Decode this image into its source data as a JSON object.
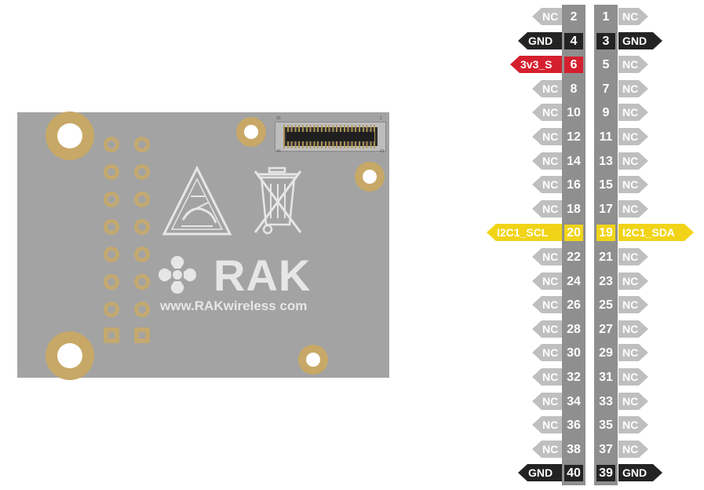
{
  "board": {
    "logo_text": "RAK",
    "website": "www.RAKwireless com",
    "connector_labels": {
      "top_left": "20",
      "top_right": "1",
      "bottom_left": "40",
      "bottom_right": "21"
    }
  },
  "colors": {
    "NC": "#bfbfbf",
    "GND": "#232323",
    "3v3_S": "#d51f2e",
    "I2C1_SCL": "#f1d418",
    "I2C1_SDA": "#f1d418"
  },
  "pins": [
    {
      "left_pin": "2",
      "left_label": "NC",
      "right_pin": "1",
      "right_label": "NC"
    },
    {
      "left_pin": "4",
      "left_label": "GND",
      "right_pin": "3",
      "right_label": "GND"
    },
    {
      "left_pin": "6",
      "left_label": "3v3_S",
      "right_pin": "5",
      "right_label": "NC"
    },
    {
      "left_pin": "8",
      "left_label": "NC",
      "right_pin": "7",
      "right_label": "NC"
    },
    {
      "left_pin": "10",
      "left_label": "NC",
      "right_pin": "9",
      "right_label": "NC"
    },
    {
      "left_pin": "12",
      "left_label": "NC",
      "right_pin": "11",
      "right_label": "NC"
    },
    {
      "left_pin": "14",
      "left_label": "NC",
      "right_pin": "13",
      "right_label": "NC"
    },
    {
      "left_pin": "16",
      "left_label": "NC",
      "right_pin": "15",
      "right_label": "NC"
    },
    {
      "left_pin": "18",
      "left_label": "NC",
      "right_pin": "17",
      "right_label": "NC"
    },
    {
      "left_pin": "20",
      "left_label": "I2C1_SCL",
      "right_pin": "19",
      "right_label": "I2C1_SDA"
    },
    {
      "left_pin": "22",
      "left_label": "NC",
      "right_pin": "21",
      "right_label": "NC"
    },
    {
      "left_pin": "24",
      "left_label": "NC",
      "right_pin": "23",
      "right_label": "NC"
    },
    {
      "left_pin": "26",
      "left_label": "NC",
      "right_pin": "25",
      "right_label": "NC"
    },
    {
      "left_pin": "28",
      "left_label": "NC",
      "right_pin": "27",
      "right_label": "NC"
    },
    {
      "left_pin": "30",
      "left_label": "NC",
      "right_pin": "29",
      "right_label": "NC"
    },
    {
      "left_pin": "32",
      "left_label": "NC",
      "right_pin": "31",
      "right_label": "NC"
    },
    {
      "left_pin": "34",
      "left_label": "NC",
      "right_pin": "33",
      "right_label": "NC"
    },
    {
      "left_pin": "36",
      "left_label": "NC",
      "right_pin": "35",
      "right_label": "NC"
    },
    {
      "left_pin": "38",
      "left_label": "NC",
      "right_pin": "37",
      "right_label": "NC"
    },
    {
      "left_pin": "40",
      "left_label": "GND",
      "right_pin": "39",
      "right_label": "GND"
    }
  ]
}
